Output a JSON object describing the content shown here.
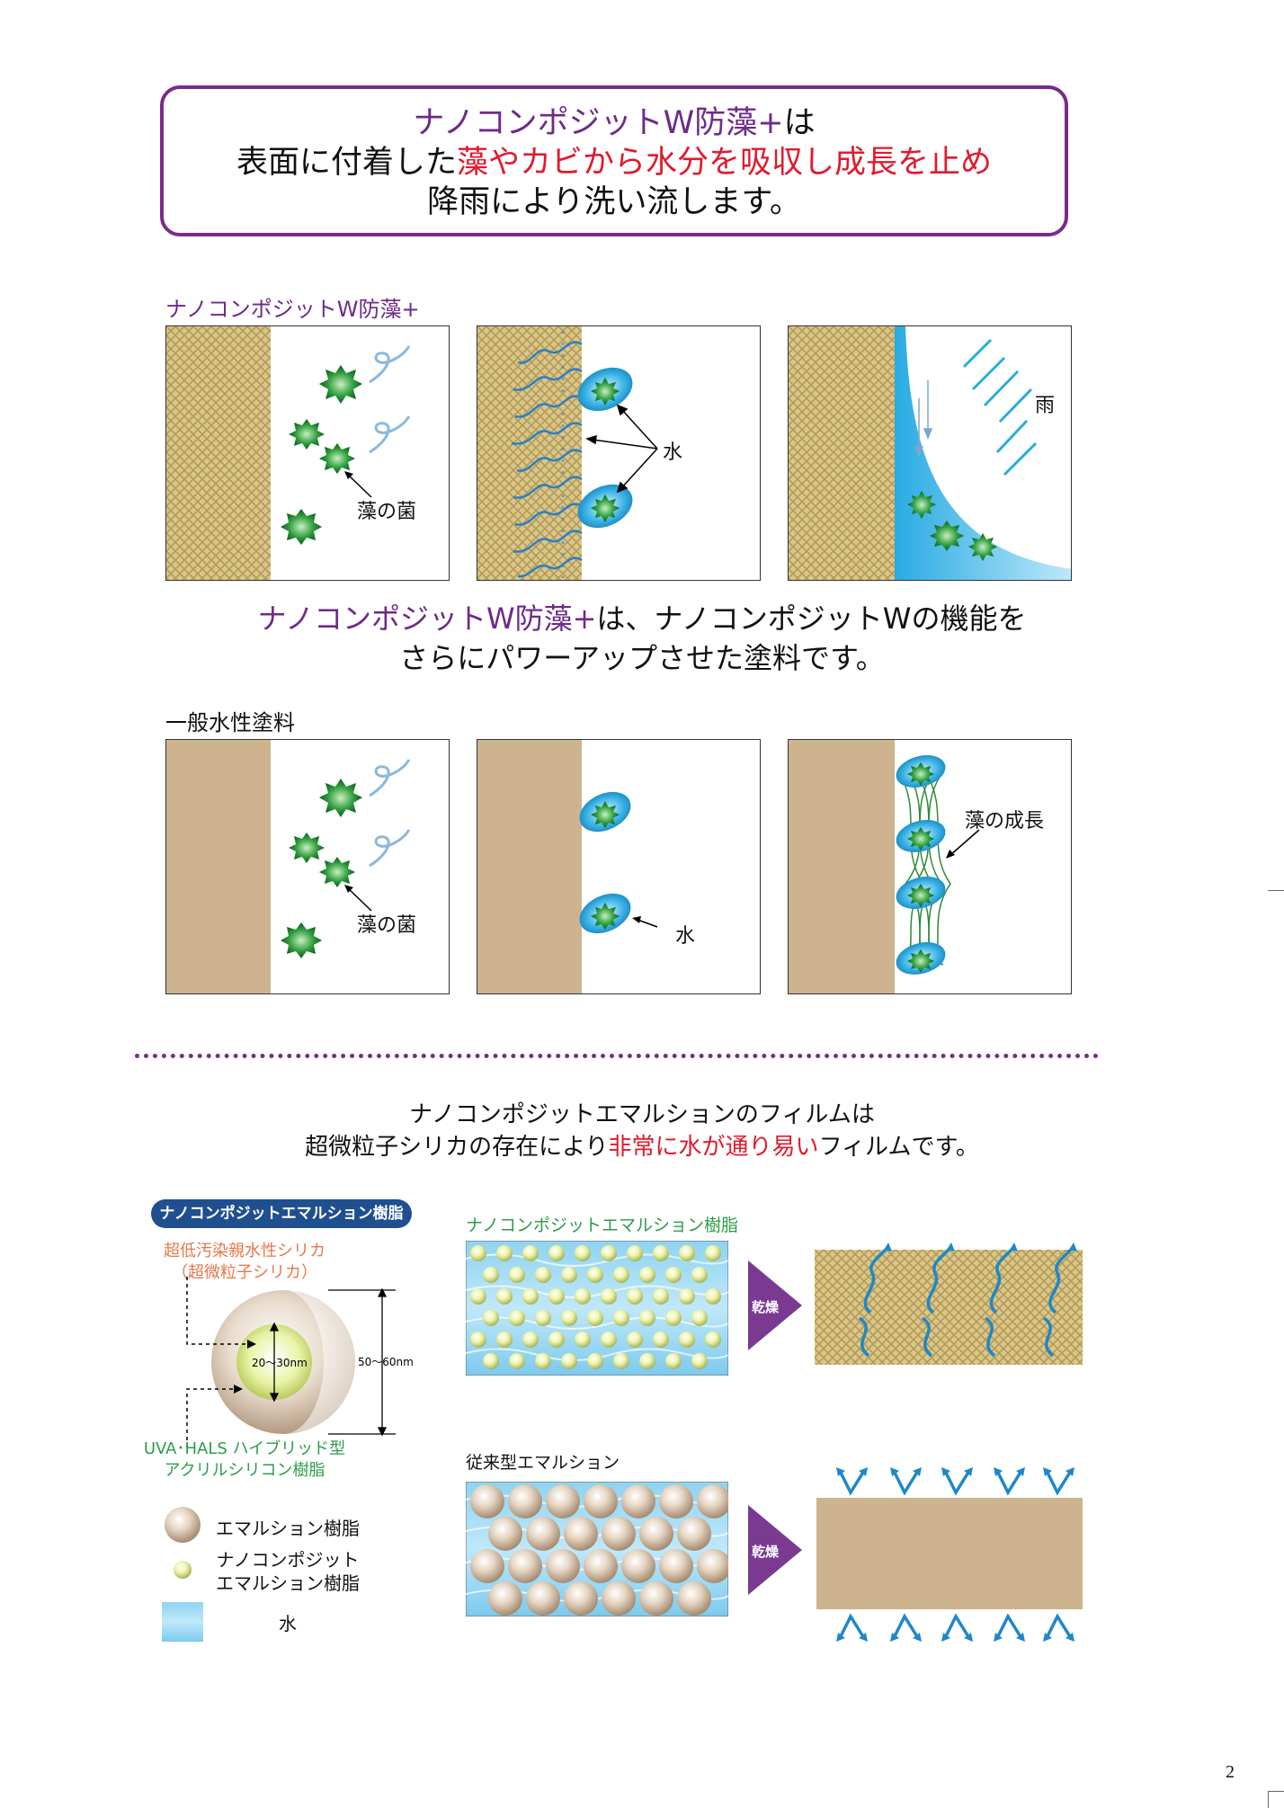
{
  "headline": {
    "line1_purple": "ナノコンポジットW防藻+",
    "line1_black": "は",
    "line2_black": "表面に付着した",
    "line2_red": "藻やカビから水分を吸収し成長を止め",
    "line3": "降雨により洗い流します。"
  },
  "section1": {
    "label": "ナノコンポジットW防藻+",
    "panel1_label": "藻の菌",
    "panel2_label": "水",
    "panel3_label": "雨"
  },
  "middle": {
    "line1_purple": "ナノコンポジットW防藻+",
    "line1_black": "は、ナノコンポジットWの機能を",
    "line2": "さらにパワーアップさせた塗料です。"
  },
  "section2": {
    "label": "一般水性塗料",
    "panel1_label": "藻の菌",
    "panel2_label": "水",
    "panel3_label": "藻の成長"
  },
  "film_text": {
    "line1": "ナノコンポジットエマルションのフィルムは",
    "line2_black": "超微粒子シリカの存在により",
    "line2_red": "非常に水が通り易い",
    "line2_end": "フィルムです。"
  },
  "diagram": {
    "pill": "ナノコンポジットエマルション樹脂",
    "silica_line1": "超低汚染親水性シリカ",
    "silica_line2": "（超微粒子シリカ）",
    "inner_size": "20～30nm",
    "outer_size": "50～60nm",
    "resin_line1": "UVA･HALS ハイブリッド型",
    "resin_line2": "アクリルシリコン樹脂",
    "legend_emulsion": "エマルション樹脂",
    "legend_nano_line1": "ナノコンポジット",
    "legend_nano_line2": "エマルション樹脂",
    "legend_water": "水",
    "nano_title": "ナノコンポジットエマルション樹脂",
    "conventional_title": "従来型エマルション",
    "dry_label": "乾燥"
  },
  "page_number": "2",
  "colors": {
    "purple": "#6e2a8a",
    "red": "#e01a2d",
    "green_text": "#2e9c4a",
    "orange_text": "#e6784a",
    "tan": "#cdb48f",
    "water_blue": "#29abe2"
  }
}
